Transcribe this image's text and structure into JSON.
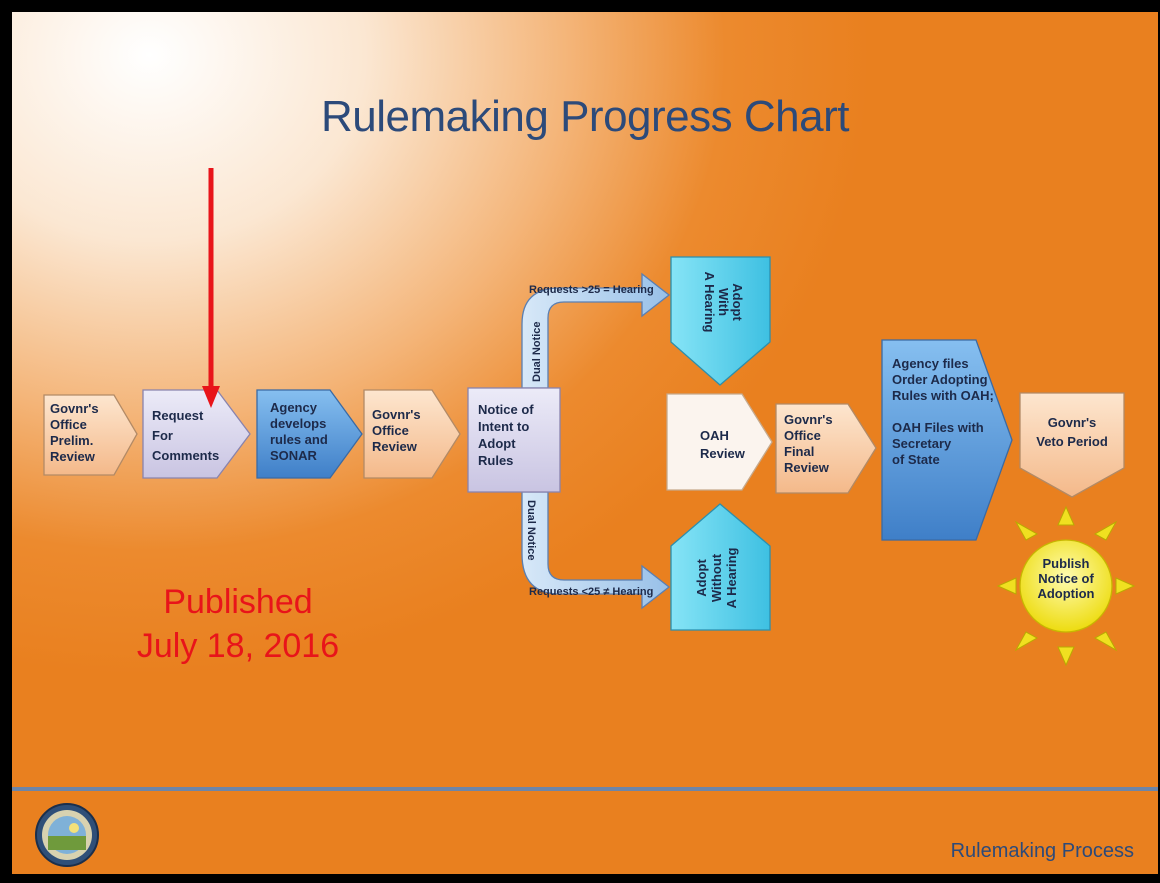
{
  "title": "Rulemaking Progress Chart",
  "published": {
    "line1": "Published",
    "line2": "July 18, 2016"
  },
  "footer": {
    "label": "Rulemaking Process"
  },
  "steps": {
    "govnr_prelim": [
      "Govnr's",
      "Office",
      "Prelim.",
      "Review"
    ],
    "request_comments": [
      "Request",
      "For",
      "Comments"
    ],
    "agency_develops": [
      "Agency",
      "develops",
      "rules and",
      "SONAR"
    ],
    "govnr_office_review": [
      "Govnr's",
      "Office",
      "Review"
    ],
    "notice_intent": [
      "Notice of",
      "Intent to",
      "Adopt",
      "Rules"
    ],
    "adopt_with_hearing": [
      "Adopt",
      "With",
      "A Hearing"
    ],
    "adopt_without_hearing": [
      "Adopt",
      "Without",
      "A Hearing"
    ],
    "oah_review": [
      "OAH",
      "Review"
    ],
    "govnr_final_review": [
      "Govnr's",
      "Office",
      "Final",
      "Review"
    ],
    "agency_files": [
      "Agency files",
      "Order Adopting",
      "Rules with OAH;",
      "",
      "OAH Files with",
      "Secretary",
      "of State"
    ],
    "govnr_veto": [
      "Govnr's",
      "Veto Period"
    ],
    "publish_notice": [
      "Publish",
      "Notice of",
      "Adoption"
    ]
  },
  "arrows": {
    "upper_branch": "Requests >25 = Hearing",
    "lower_branch": "Requests <25 ≠ Hearing",
    "dual_notice_upper": "Dual Notice",
    "dual_notice_lower": "Dual Notice"
  },
  "colors": {
    "peach": "#f9d2ad",
    "lavender": "#dcd8ee",
    "blue": "#5b9bdc",
    "cyan": "#5cd0ea",
    "light_blue": "#b9d6f2",
    "white_box": "#fbf4ee",
    "sun": "#f7ee2a",
    "red": "#e8141a"
  }
}
